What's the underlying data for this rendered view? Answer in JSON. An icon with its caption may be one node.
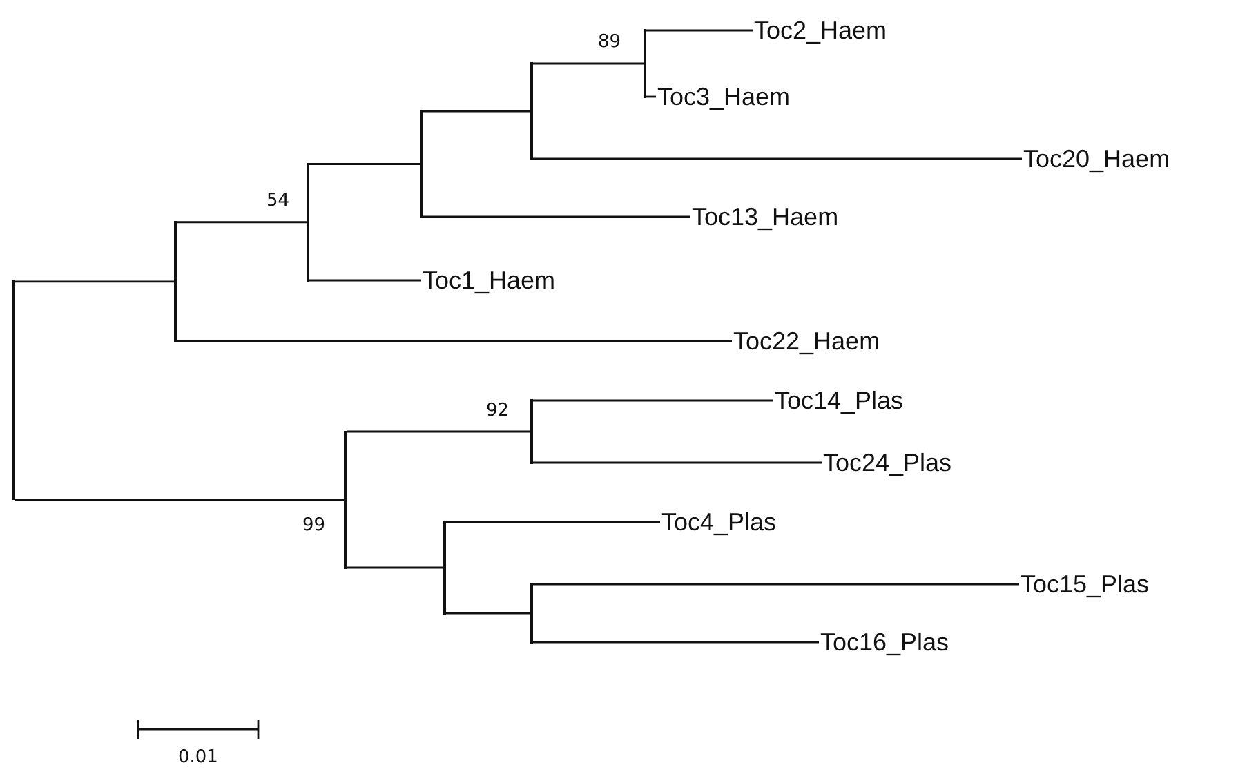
{
  "diagram": {
    "nodes": [
      {
        "text": [],
        "shape": "point"
      },
      {
        "text": [],
        "shape": "point"
      },
      {
        "text": [],
        "shape": "point",
        "beside": [
          "54"
        ]
      },
      {
        "text": [],
        "shape": "point"
      },
      {
        "text": [],
        "shape": "point"
      },
      {
        "text": [],
        "shape": "point",
        "beside": [
          "89"
        ]
      },
      {
        "text": [
          "Toc2_Haem"
        ]
      },
      {
        "text": [
          "Toc3_Haem"
        ]
      },
      {
        "text": [
          "Toc20_Haem"
        ]
      },
      {
        "text": [
          "Toc13_Haem"
        ]
      },
      {
        "text": [
          "Toc1_Haem"
        ]
      },
      {
        "text": [
          "Toc22_Haem"
        ]
      },
      {
        "text": [],
        "shape": "point",
        "beside": [
          "99"
        ]
      },
      {
        "text": [],
        "shape": "point",
        "beside": [
          "92"
        ]
      },
      {
        "text": [
          "Toc14_Plas"
        ]
      },
      {
        "text": [
          "Toc24_Plas"
        ]
      },
      {
        "text": [],
        "shape": "point"
      },
      {
        "text": [
          "Toc4_Plas"
        ]
      },
      {
        "text": [],
        "shape": "point"
      },
      {
        "text": [
          "Toc15_Plas"
        ]
      },
      {
        "text": [
          "Toc16_Plas"
        ]
      }
    ],
    "edges": [
      {
        "from": 0,
        "to": 1,
        "arrow": "none"
      },
      {
        "from": 1,
        "to": 2,
        "arrow": "none"
      },
      {
        "from": 2,
        "to": 3,
        "arrow": "none"
      },
      {
        "from": 3,
        "to": 4,
        "arrow": "none"
      },
      {
        "from": 4,
        "to": 5,
        "arrow": "none"
      },
      {
        "from": 5,
        "to": 6,
        "arrow": "none"
      },
      {
        "from": 5,
        "to": 7,
        "arrow": "none"
      },
      {
        "from": 4,
        "to": 8,
        "arrow": "none"
      },
      {
        "from": 3,
        "to": 9,
        "arrow": "none"
      },
      {
        "from": 2,
        "to": 10,
        "arrow": "none"
      },
      {
        "from": 1,
        "to": 11,
        "arrow": "none"
      },
      {
        "from": 0,
        "to": 12,
        "arrow": "none"
      },
      {
        "from": 12,
        "to": 13,
        "arrow": "none"
      },
      {
        "from": 13,
        "to": 14,
        "arrow": "none"
      },
      {
        "from": 13,
        "to": 15,
        "arrow": "none"
      },
      {
        "from": 12,
        "to": 16,
        "arrow": "none"
      },
      {
        "from": 16,
        "to": 17,
        "arrow": "none"
      },
      {
        "from": 16,
        "to": 18,
        "arrow": "none"
      },
      {
        "from": 18,
        "to": 19,
        "arrow": "none"
      },
      {
        "from": 18,
        "to": 20,
        "arrow": "none"
      }
    ],
    "labels": [
      "0.01"
    ]
  }
}
